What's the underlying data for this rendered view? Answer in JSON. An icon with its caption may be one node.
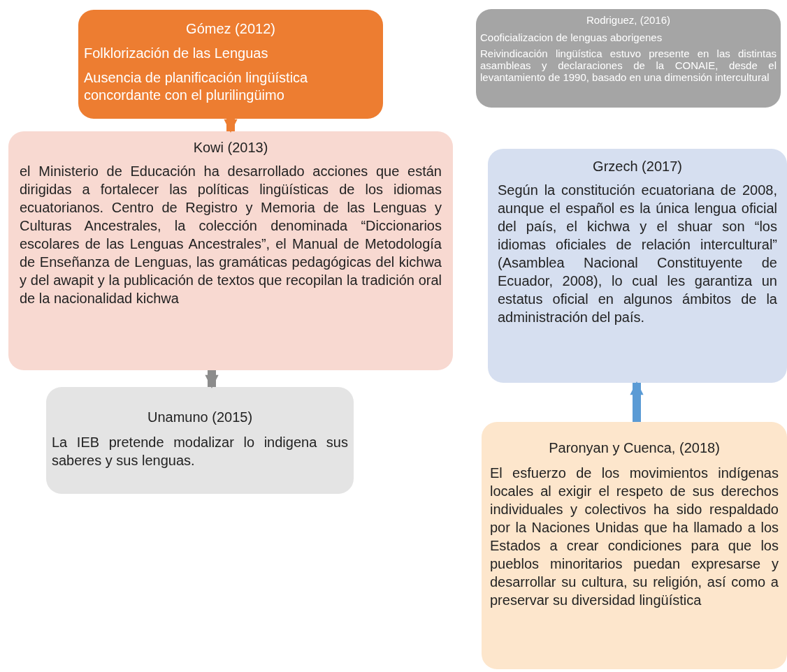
{
  "diagram": {
    "nodes": [
      {
        "text": [
          "Gómez (2012)",
          "Folklorización de las Lenguas",
          "Ausencia de planificación lingüística concordante con el plurilingüimo"
        ]
      },
      {
        "text": [
          "Rodriguez, (2016)",
          "Cooficializacion de lenguas aborigenes",
          "Reivindicación lingüística estuvo presente en las distintas asambleas y declaraciones de la CONAIE, desde el levantamiento de 1990, basado en una dimensión intercultural"
        ]
      },
      {
        "text": [
          "Kowi (2013)",
          "el Ministerio de Educación ha desarrollado acciones que están dirigidas a fortalecer las políticas lingüísticas de los idiomas ecuatorianos. Centro de Registro y Memoria de las Lenguas y Culturas Ancestrales, la colección denominada “Diccionarios escolares de las Lenguas Ancestrales”, el Manual de Metodología de Enseñanza de Lenguas, las gramáticas pedagógicas del kichwa y del awapit y la publicación de textos que recopilan la tradición oral de la nacionalidad kichwa"
        ]
      },
      {
        "text": [
          "Grzech (2017)",
          "Según la constitución ecuatoriana de 2008, aunque el español es la única lengua oficial del país, el kichwa y el shuar son “los idiomas oficiales de relación intercultural” (Asamblea Nacional Constituyente de Ecuador, 2008), lo cual les garantiza un estatus oficial en algunos ámbitos de la administración del país."
        ]
      },
      {
        "text": [
          "Unamuno (2015)",
          "La IEB pretende modalizar lo indigena sus saberes y sus lenguas."
        ]
      },
      {
        "text": [
          "Paronyan y Cuenca, (2018)",
          "El esfuerzo de los movimientos indígenas locales al exigir el respeto de sus derechos individuales y colectivos ha sido respaldado por la Naciones Unidas que ha llamado a los Estados a crear condiciones para que los pueblos minoritarios puedan expresarse y desarrollar su cultura, su religión, así como a preservar su diversidad lingüística"
        ]
      }
    ],
    "edges": [
      {
        "from": 0,
        "to": 2,
        "arrow": "to",
        "color": "#ed7d31"
      },
      {
        "from": 2,
        "to": 4,
        "arrow": "to",
        "color": "#8c8c8c"
      },
      {
        "from": 5,
        "to": 3,
        "arrow": "to",
        "color": "#5b9bd5"
      }
    ]
  }
}
